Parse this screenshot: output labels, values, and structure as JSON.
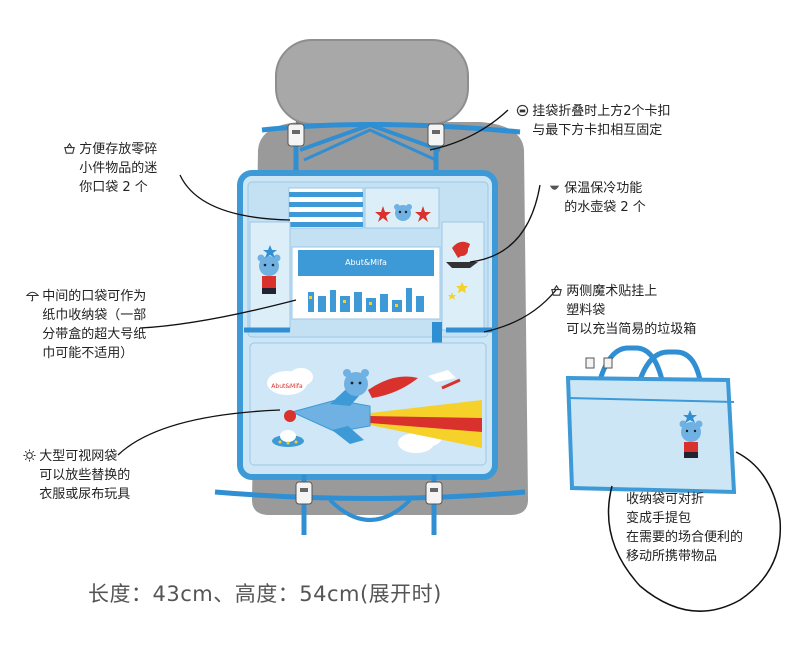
{
  "annotations": {
    "tissue_pocket": "方便存放零碎\n小件物品的迷\n你口袋 2 个",
    "buckle": "挂袋折叠时上方2个卡扣\n与最下方卡扣相互固定",
    "bottle_holder": "保温保冷功能\n的水壶袋 2 个",
    "middle_pocket": "中间的口袋可作为\n纸巾收纳袋（一部\n分带盒的超大号纸\n巾可能不适用）",
    "velcro": "两侧魔术贴挂上\n塑料袋\n可以充当简易的垃圾箱",
    "mesh_pocket": "大型可视网袋\n可以放些替换的\n衣服或尿布玩具",
    "foldable": "收纳袋可对折\n变成手提包\n在需要的场合便利的\n移动所携带物品"
  },
  "brand_label": "Abut&Mifa",
  "caption": "长度：43cm、高度：54cm(展开时)",
  "colors": {
    "seat": "#9a9a9a",
    "headrest": "#a8a8a8",
    "organizer_border": "#3d9ad6",
    "organizer_fill": "#cde6f6",
    "pocket_fill": "#dceff9",
    "accent_red": "#d9312b",
    "accent_yellow": "#f5d12a",
    "strap": "#2f8fd2"
  },
  "icons": {
    "tissue_pocket": "basket-icon",
    "buckle": "clip-icon",
    "bottle_holder": "bowl-icon",
    "middle_pocket": "umbrella-icon",
    "velcro": "basket-icon",
    "mesh_pocket": "sun-icon"
  }
}
